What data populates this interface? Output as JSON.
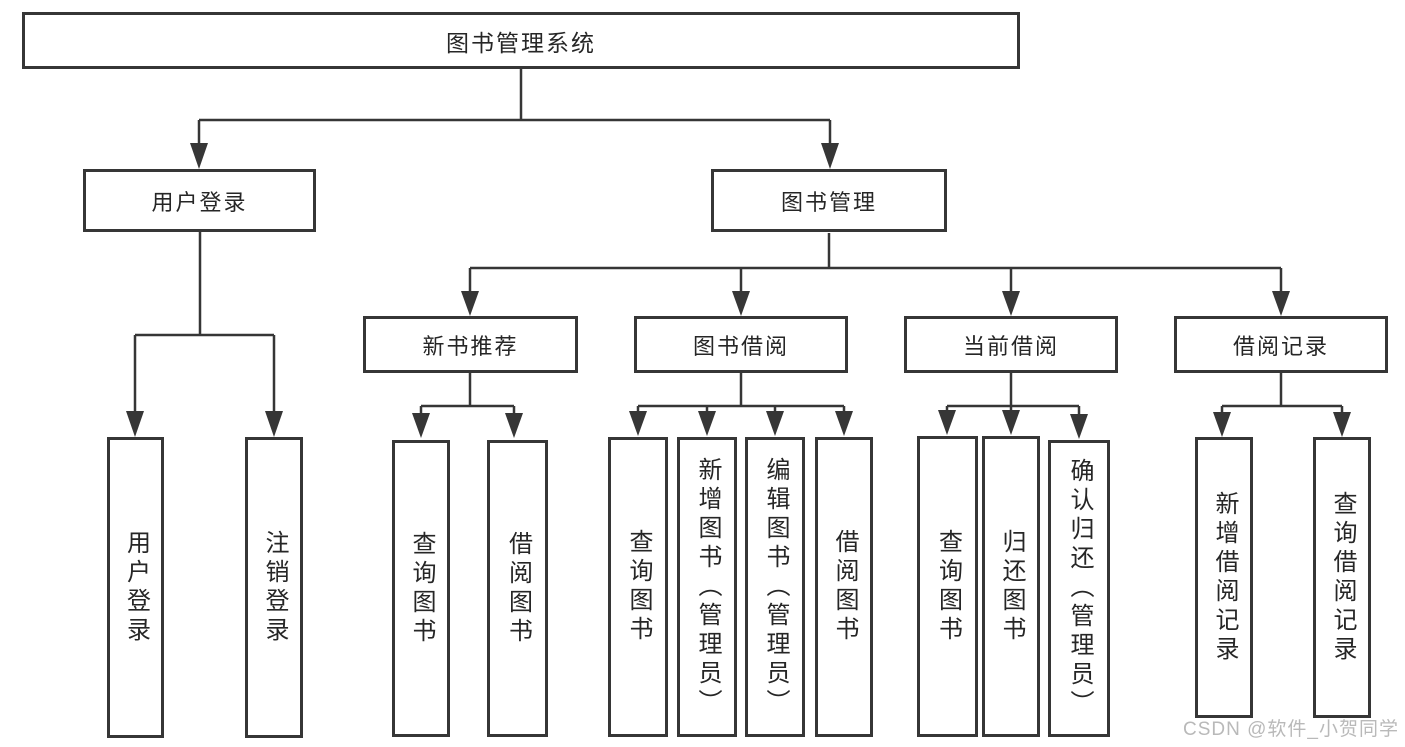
{
  "diagram": {
    "root": {
      "label": "图书管理系统"
    },
    "level2": [
      {
        "label": "用户登录"
      },
      {
        "label": "图书管理"
      }
    ],
    "level3": [
      {
        "label": "新书推荐"
      },
      {
        "label": "图书借阅"
      },
      {
        "label": "当前借阅"
      },
      {
        "label": "借阅记录"
      }
    ],
    "leaves": [
      {
        "label": "用户登录"
      },
      {
        "label": "注销登录"
      },
      {
        "label": "查询图书"
      },
      {
        "label": "借阅图书"
      },
      {
        "label": "查询图书"
      },
      {
        "label": "新增图书（管理员）"
      },
      {
        "label": "编辑图书（管理员）"
      },
      {
        "label": "借阅图书"
      },
      {
        "label": "查询图书"
      },
      {
        "label": "归还图书"
      },
      {
        "label": "确认归还（管理员）"
      },
      {
        "label": "新增借阅记录"
      },
      {
        "label": "查询借阅记录"
      }
    ]
  },
  "watermark": {
    "text": "CSDN @软件_小贺同学"
  },
  "colors": {
    "line": "#363636",
    "text": "#262626",
    "watermark": "#b9b9b9",
    "background": "#ffffff"
  }
}
